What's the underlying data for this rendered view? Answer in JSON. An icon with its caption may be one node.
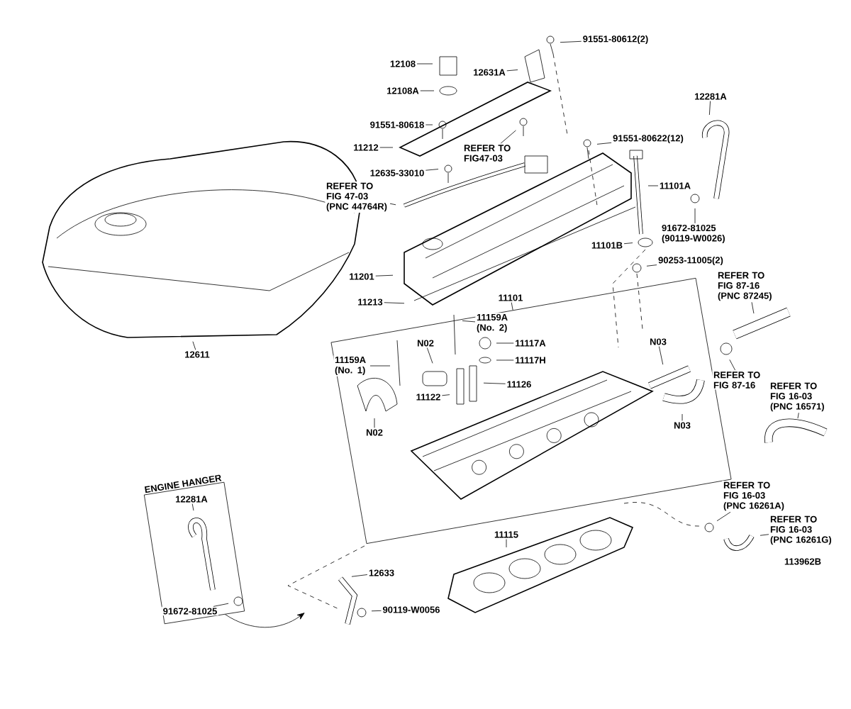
{
  "diagram": {
    "nodes": [
      {
        "text": [
          "12108"
        ]
      },
      {
        "text": [
          "12108A"
        ]
      },
      {
        "text": [
          "91551-80618"
        ]
      },
      {
        "text": [
          "12631A"
        ]
      },
      {
        "text": [
          "91551-80612(2)"
        ]
      },
      {
        "text": [
          "11212"
        ]
      },
      {
        "text": [
          "REFER TO FIG47-03"
        ]
      },
      {
        "text": [
          "REFER TO FIG 47-03 (PNC 44764R)"
        ]
      },
      {
        "text": [
          "12635-33010"
        ]
      },
      {
        "text": [
          "91551-80622(12)"
        ]
      },
      {
        "text": [
          "12281A"
        ]
      },
      {
        "text": [
          "11101A"
        ]
      },
      {
        "text": [
          "11101B"
        ]
      },
      {
        "text": [
          "91672-81025 (90119-W0026)"
        ]
      },
      {
        "text": [
          "90253-11005(2)"
        ]
      },
      {
        "text": [
          "11201"
        ]
      },
      {
        "text": [
          "11213"
        ]
      },
      {
        "text": [
          "11101"
        ]
      },
      {
        "text": [
          "12611"
        ]
      },
      {
        "text": [],
        "shape": "box"
      },
      {
        "text": [
          "11159A (No. 1)"
        ],
        "in": 19
      },
      {
        "text": [
          "N02"
        ],
        "in": 19
      },
      {
        "text": [
          "11159A (No. 2)"
        ],
        "in": 19
      },
      {
        "text": [
          "11117A"
        ],
        "in": 19
      },
      {
        "text": [
          "11117H"
        ],
        "in": 19
      },
      {
        "text": [
          "11126"
        ],
        "in": 19
      },
      {
        "text": [
          "11122"
        ],
        "in": 19
      },
      {
        "text": [
          "N02"
        ],
        "in": 19
      },
      {
        "text": [
          "N03"
        ],
        "in": 19
      },
      {
        "text": [
          "N03"
        ],
        "in": 19
      },
      {
        "text": [
          "REFER TO FIG 87-16 (PNC 87245)"
        ]
      },
      {
        "text": [
          "REFER TO FIG 87-16"
        ]
      },
      {
        "text": [
          "REFER TO FIG 16-03 (PNC 16571)"
        ]
      },
      {
        "text": [
          "REFER TO FIG 16-03 (PNC 16261A)"
        ]
      },
      {
        "text": [
          "REFER TO FIG 16-03 (PNC 16261G)"
        ]
      },
      {
        "text": [
          "11115"
        ]
      },
      {
        "text": [
          "ENGINE HANGER"
        ]
      },
      {
        "text": [
          "12281A"
        ],
        "in": 36
      },
      {
        "text": [
          "91672-81025"
        ],
        "in": 36
      },
      {
        "text": [
          "12633"
        ]
      },
      {
        "text": [
          "90119-W0056"
        ]
      }
    ],
    "edges": [
      {
        "from": 0,
        "to": null,
        "arrow": "none"
      },
      {
        "from": 1,
        "to": null,
        "arrow": "none"
      },
      {
        "from": 2,
        "to": null,
        "arrow": "none"
      },
      {
        "from": 3,
        "to": null,
        "arrow": "none"
      },
      {
        "from": 4,
        "to": null,
        "arrow": "none"
      },
      {
        "from": 5,
        "to": null,
        "arrow": "none"
      },
      {
        "from": 6,
        "to": null,
        "arrow": "none"
      },
      {
        "from": 7,
        "to": null,
        "arrow": "none"
      },
      {
        "from": 8,
        "to": null,
        "arrow": "none"
      },
      {
        "from": 9,
        "to": null,
        "arrow": "none"
      },
      {
        "from": 10,
        "to": null,
        "arrow": "none"
      },
      {
        "from": 11,
        "to": null,
        "arrow": "none"
      },
      {
        "from": 12,
        "to": null,
        "arrow": "none"
      },
      {
        "from": 13,
        "to": null,
        "arrow": "none"
      },
      {
        "from": 14,
        "to": null,
        "arrow": "none"
      },
      {
        "from": 15,
        "to": null,
        "arrow": "none"
      },
      {
        "from": 16,
        "to": null,
        "arrow": "none"
      },
      {
        "from": 17,
        "to": 19,
        "arrow": "none"
      },
      {
        "from": 18,
        "to": null,
        "arrow": "none"
      },
      {
        "from": 20,
        "to": null,
        "arrow": "none"
      },
      {
        "from": 21,
        "to": null,
        "arrow": "none"
      },
      {
        "from": 22,
        "to": null,
        "arrow": "none"
      },
      {
        "from": 23,
        "to": null,
        "arrow": "none"
      },
      {
        "from": 24,
        "to": null,
        "arrow": "none"
      },
      {
        "from": 25,
        "to": null,
        "arrow": "none"
      },
      {
        "from": 26,
        "to": null,
        "arrow": "none"
      },
      {
        "from": 27,
        "to": null,
        "arrow": "none"
      },
      {
        "from": 28,
        "to": null,
        "arrow": "none"
      },
      {
        "from": 29,
        "to": null,
        "arrow": "none"
      },
      {
        "from": 30,
        "to": null,
        "arrow": "none"
      },
      {
        "from": 31,
        "to": null,
        "arrow": "none"
      },
      {
        "from": 32,
        "to": null,
        "arrow": "none"
      },
      {
        "from": 33,
        "to": null,
        "arrow": "none"
      },
      {
        "from": 34,
        "to": null,
        "arrow": "none"
      },
      {
        "from": 35,
        "to": null,
        "arrow": "none"
      },
      {
        "from": 36,
        "to": null,
        "arrow": "to"
      },
      {
        "from": 37,
        "to": null,
        "arrow": "none"
      },
      {
        "from": 38,
        "to": null,
        "arrow": "none"
      },
      {
        "from": 39,
        "to": null,
        "arrow": "none"
      },
      {
        "from": 40,
        "to": null,
        "arrow": "none"
      }
    ],
    "labels": [
      "113962B"
    ]
  }
}
